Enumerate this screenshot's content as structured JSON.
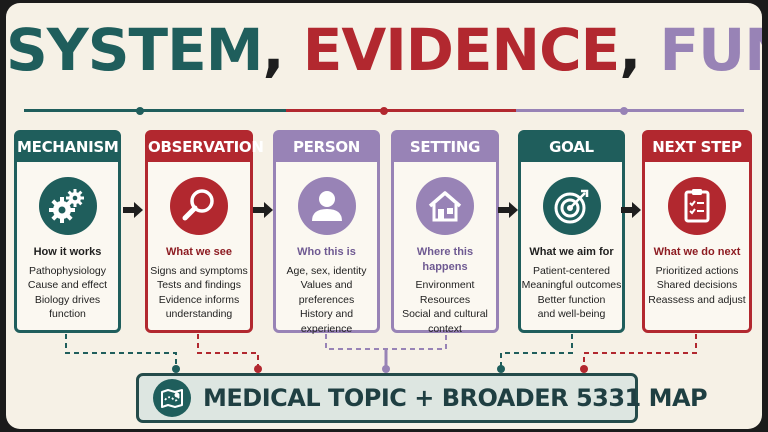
{
  "title": {
    "part1": "SYSTEM",
    "part2": "EVIDENCE",
    "part3": "FUNCTION",
    "separator": ","
  },
  "colors": {
    "teal": "#1f5e5c",
    "red": "#b2282f",
    "purple": "#9883b6",
    "dark_teal": "#244b4a",
    "background": "#f6f1e6"
  },
  "cards": [
    {
      "header": "MECHANISM",
      "icon": "gears-icon",
      "subtitle": "How it works",
      "lines": [
        "Pathophysiology",
        "Cause and effect",
        "Biology drives",
        "function"
      ]
    },
    {
      "header": "OBSERVATION",
      "icon": "magnifier-icon",
      "subtitle": "What we see",
      "lines": [
        "Signs and symptoms",
        "Tests and findings",
        "Evidence informs",
        "understanding"
      ]
    },
    {
      "header": "PERSON",
      "icon": "person-icon",
      "subtitle": "Who this is",
      "lines": [
        "Age, sex, identity",
        "Values and preferences",
        "History and",
        "experience"
      ]
    },
    {
      "header": "SETTING",
      "icon": "house-icon",
      "subtitle": "Where this happens",
      "lines": [
        "Environment",
        "Resources",
        "Social and cultural",
        "context"
      ]
    },
    {
      "header": "GOAL",
      "icon": "target-icon",
      "subtitle": "What we aim for",
      "lines": [
        "Patient-centered",
        "Meaningful outcomes",
        "Better function",
        "and well-being"
      ]
    },
    {
      "header": "NEXT STEP",
      "icon": "clipboard-icon",
      "subtitle": "What we do next",
      "lines": [
        "Prioritized actions",
        "Shared decisions",
        "Reassess and adjust"
      ]
    }
  ],
  "bottom_bar": {
    "icon": "map-icon",
    "text": "MEDICAL TOPIC + BROADER 5331 MAP"
  }
}
